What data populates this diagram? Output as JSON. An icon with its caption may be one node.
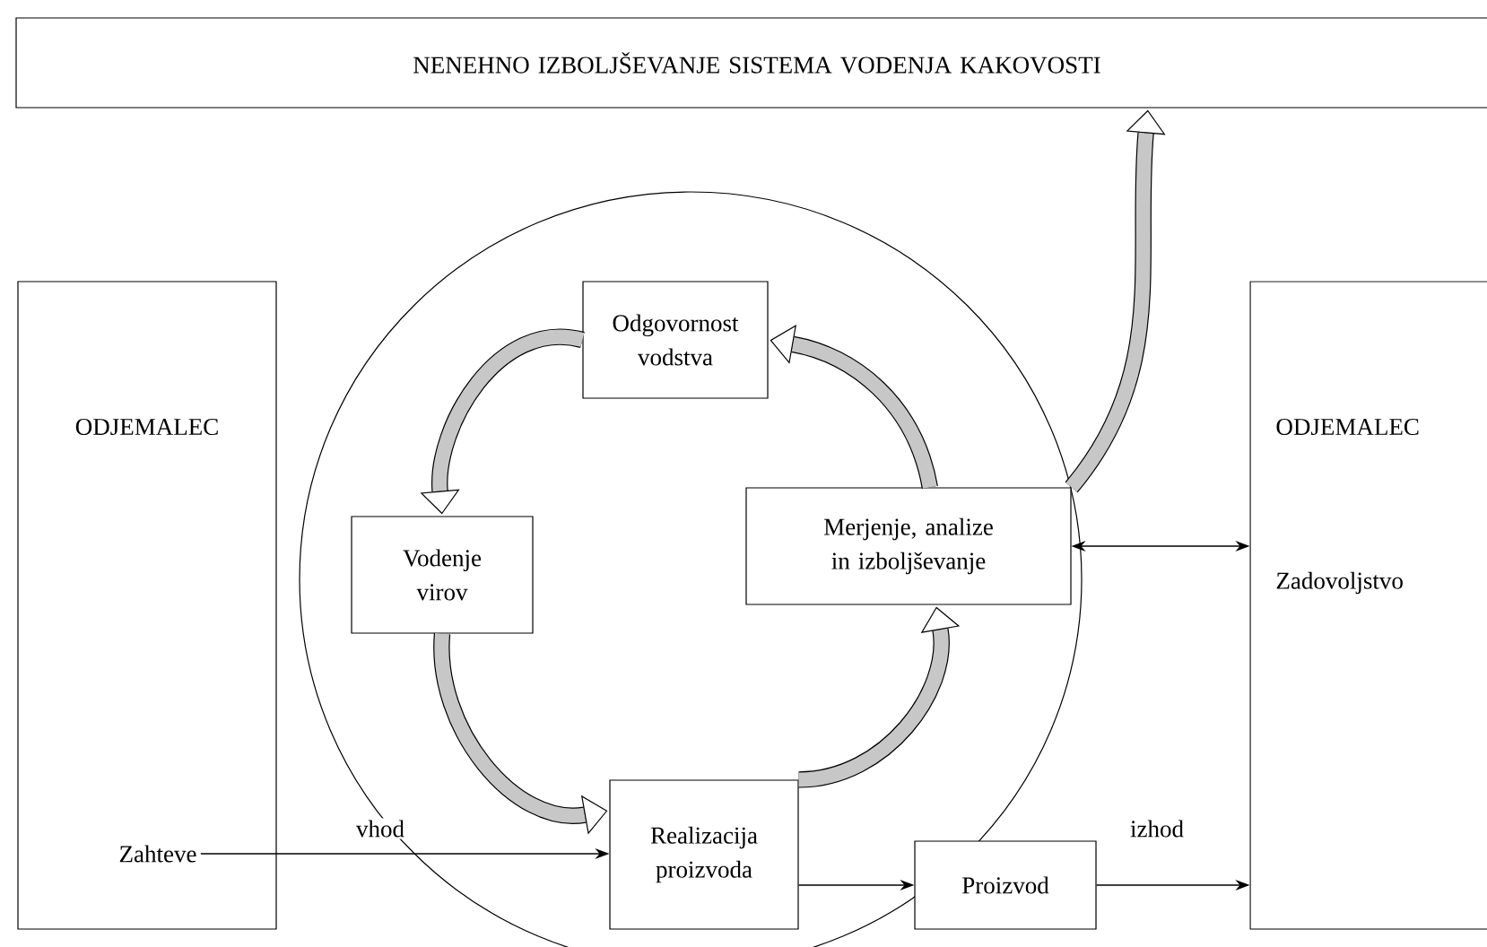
{
  "diagram": {
    "nodes": [
      {
        "text": [
          "NENEHNO IZBOLJŠEVANJE SISTEMA VODENJA KAKOVOSTI"
        ]
      },
      {
        "text": [
          "ODJEMALEC"
        ]
      },
      {
        "text": [
          "Zahteve"
        ],
        "in": 1
      },
      {
        "text": [
          "Odgovornost vodstva"
        ]
      },
      {
        "text": [
          "Vodenje virov"
        ]
      },
      {
        "text": [
          "Merjenje, analize in izboljševanje"
        ]
      },
      {
        "text": [
          "Realizacija proizvoda"
        ]
      },
      {
        "text": [
          "Proizvod"
        ]
      },
      {
        "text": [
          "ODJEMALEC",
          "Zadovoljstvo"
        ]
      }
    ],
    "edges": [
      {
        "from": 2,
        "to": 6,
        "arrow": "to",
        "label": "vhod"
      },
      {
        "from": 6,
        "to": 7,
        "arrow": "to"
      },
      {
        "from": 7,
        "to": 8,
        "arrow": "to",
        "label": "izhod"
      },
      {
        "from": 5,
        "to": 8,
        "arrow": "both"
      },
      {
        "from": 3,
        "to": 4,
        "arrow": "to"
      },
      {
        "from": 4,
        "to": 6,
        "arrow": "to"
      },
      {
        "from": 6,
        "to": 5,
        "arrow": "to"
      },
      {
        "from": 5,
        "to": 3,
        "arrow": "to"
      },
      {
        "from": 5,
        "to": 0,
        "arrow": "to"
      }
    ]
  }
}
